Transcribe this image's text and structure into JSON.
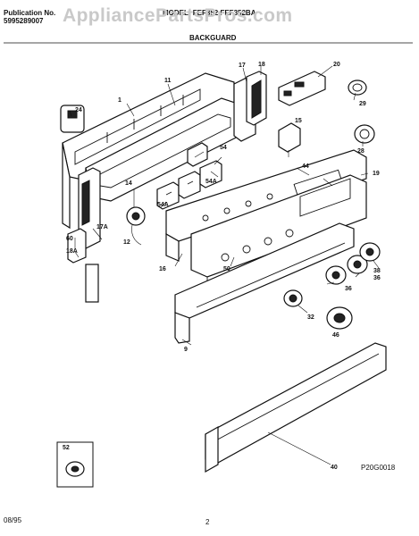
{
  "header": {
    "pub_label": "Publication No.",
    "pub_number": "5995289007",
    "model": "MODEL: FEF352 FEF352BA",
    "section": "BACKGUARD"
  },
  "watermark": "AppliancePartsPros.com",
  "footer": {
    "date": "08/95",
    "page": "2",
    "diagram_code": "P20G0018"
  },
  "callouts": {
    "c1": "1",
    "c9": "9",
    "c11": "11",
    "c12": "12",
    "c14": "14",
    "c15": "15",
    "c16": "16",
    "c17": "17",
    "c17a": "17A",
    "c18": "18",
    "c18a": "18A",
    "c19": "19",
    "c20": "20",
    "c24": "24",
    "c28": "28",
    "c29": "29",
    "c32": "32",
    "c36a": "36",
    "c36b": "36",
    "c38": "38",
    "c40": "40",
    "c44": "44",
    "c46": "46",
    "c50": "50",
    "c52": "52",
    "c54": "54",
    "c54a": "54A",
    "c54b": "54A",
    "c60": "60"
  }
}
